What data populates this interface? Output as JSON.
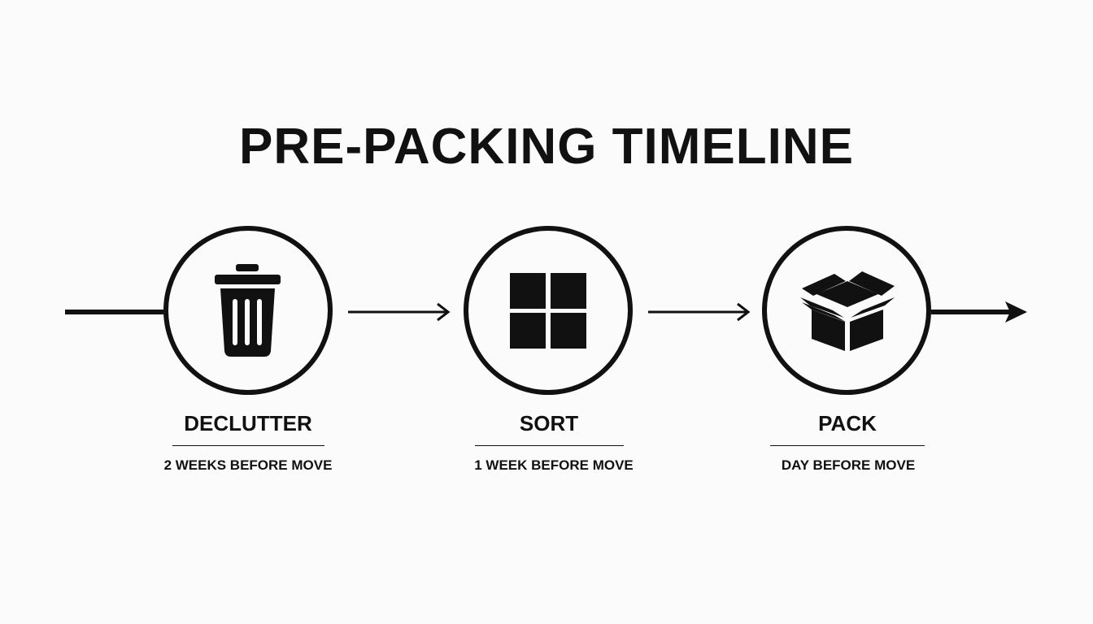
{
  "title": "PRE-PACKING TIMELINE",
  "colors": {
    "ink": "#111111",
    "background": "#fbfbfb"
  },
  "steps": [
    {
      "label": "DECLUTTER",
      "time": "2 WEEKS BEFORE MOVE",
      "icon": "trash-can-icon"
    },
    {
      "label": "SORT",
      "time": "1 WEEK BEFORE MOVE",
      "icon": "four-squares-grid-icon"
    },
    {
      "label": "PACK",
      "time": "DAY BEFORE MOVE",
      "icon": "open-box-icon"
    }
  ]
}
